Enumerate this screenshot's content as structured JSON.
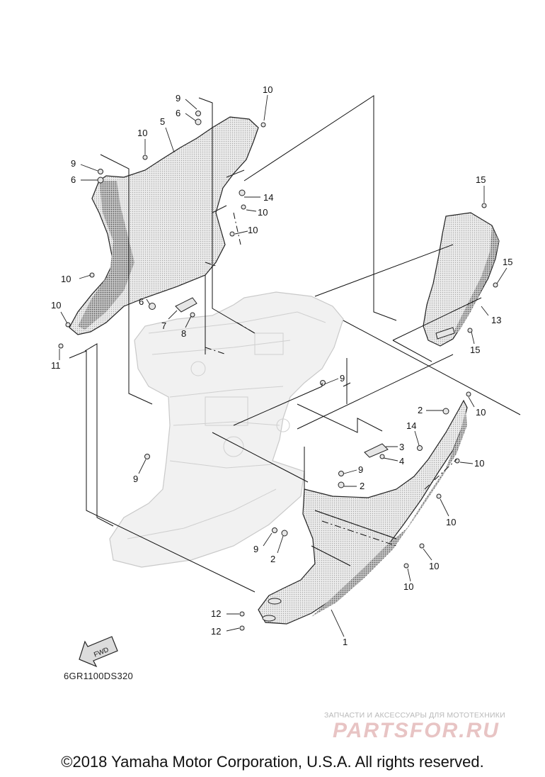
{
  "diagram": {
    "code": "6GR1100DS320",
    "fwd_label": "FWD",
    "callouts": [
      "1",
      "2",
      "3",
      "4",
      "5",
      "6",
      "7",
      "8",
      "9",
      "10",
      "11",
      "12",
      "13",
      "14",
      "15"
    ]
  },
  "watermark": {
    "tagline": "ЗАПЧАСТИ И АКСЕССУАРЫ ДЛЯ МОТОТЕХНИКИ",
    "brand": "PARTSFOR.RU"
  },
  "footer": {
    "copyright": "©2018 Yamaha Motor Corporation, U.S.A. All rights reserved."
  }
}
